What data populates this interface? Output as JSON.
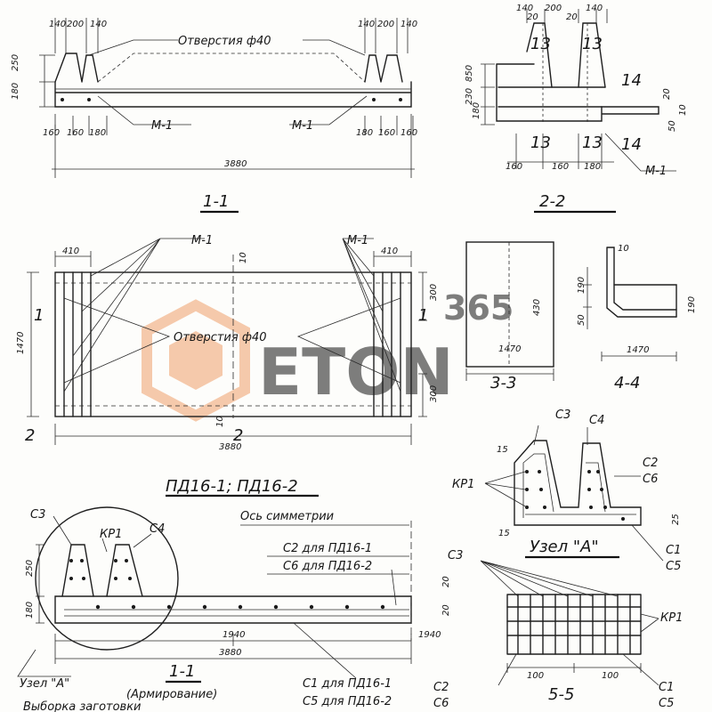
{
  "labels": {
    "hole": "Отверстия ф40",
    "mark_m1": "М-1",
    "view_1_1": "1-1",
    "view_2_2": "2-2",
    "view_3_3": "3-3",
    "view_4_4": "4-4",
    "view_5_5": "5-5",
    "section_1": "1",
    "section_2": "2",
    "product_title": "ПД16-1; ПД16-2",
    "symmetry_axis": "Ось симметрии",
    "c2_note": "С2 для ПД16-1",
    "c6_note": "С6 для ПД16-2",
    "c1_note": "С1 для ПД16-1",
    "c5_note": "С5 для ПД16-2",
    "node_a": "Узел \"А\"",
    "node_a_title": "Узел \"А\"",
    "reinforcement": "(Армирование)",
    "bottom_left": "Выборка заготовки",
    "c3": "С3",
    "c4": "С4",
    "c2": "С2",
    "c6": "С6",
    "c1": "С1",
    "c5": "С5",
    "kr1": "КР1",
    "n13": "13",
    "n14": "14",
    "n15": "15"
  },
  "dims": {
    "d3880": "3880",
    "d1940": "1940",
    "d1470": "1470",
    "d410": "410",
    "d300": "300",
    "d250": "250",
    "d180": "180",
    "d160": "160",
    "d200": "200",
    "d140": "140",
    "d850": "850",
    "d230": "230",
    "d430": "430",
    "d190": "190",
    "d10": "10",
    "d20": "20",
    "d50": "50",
    "d100": "100",
    "d25": "25"
  },
  "watermark": {
    "brand": "ETON",
    "number": "365",
    "color": "#f0a06a"
  }
}
